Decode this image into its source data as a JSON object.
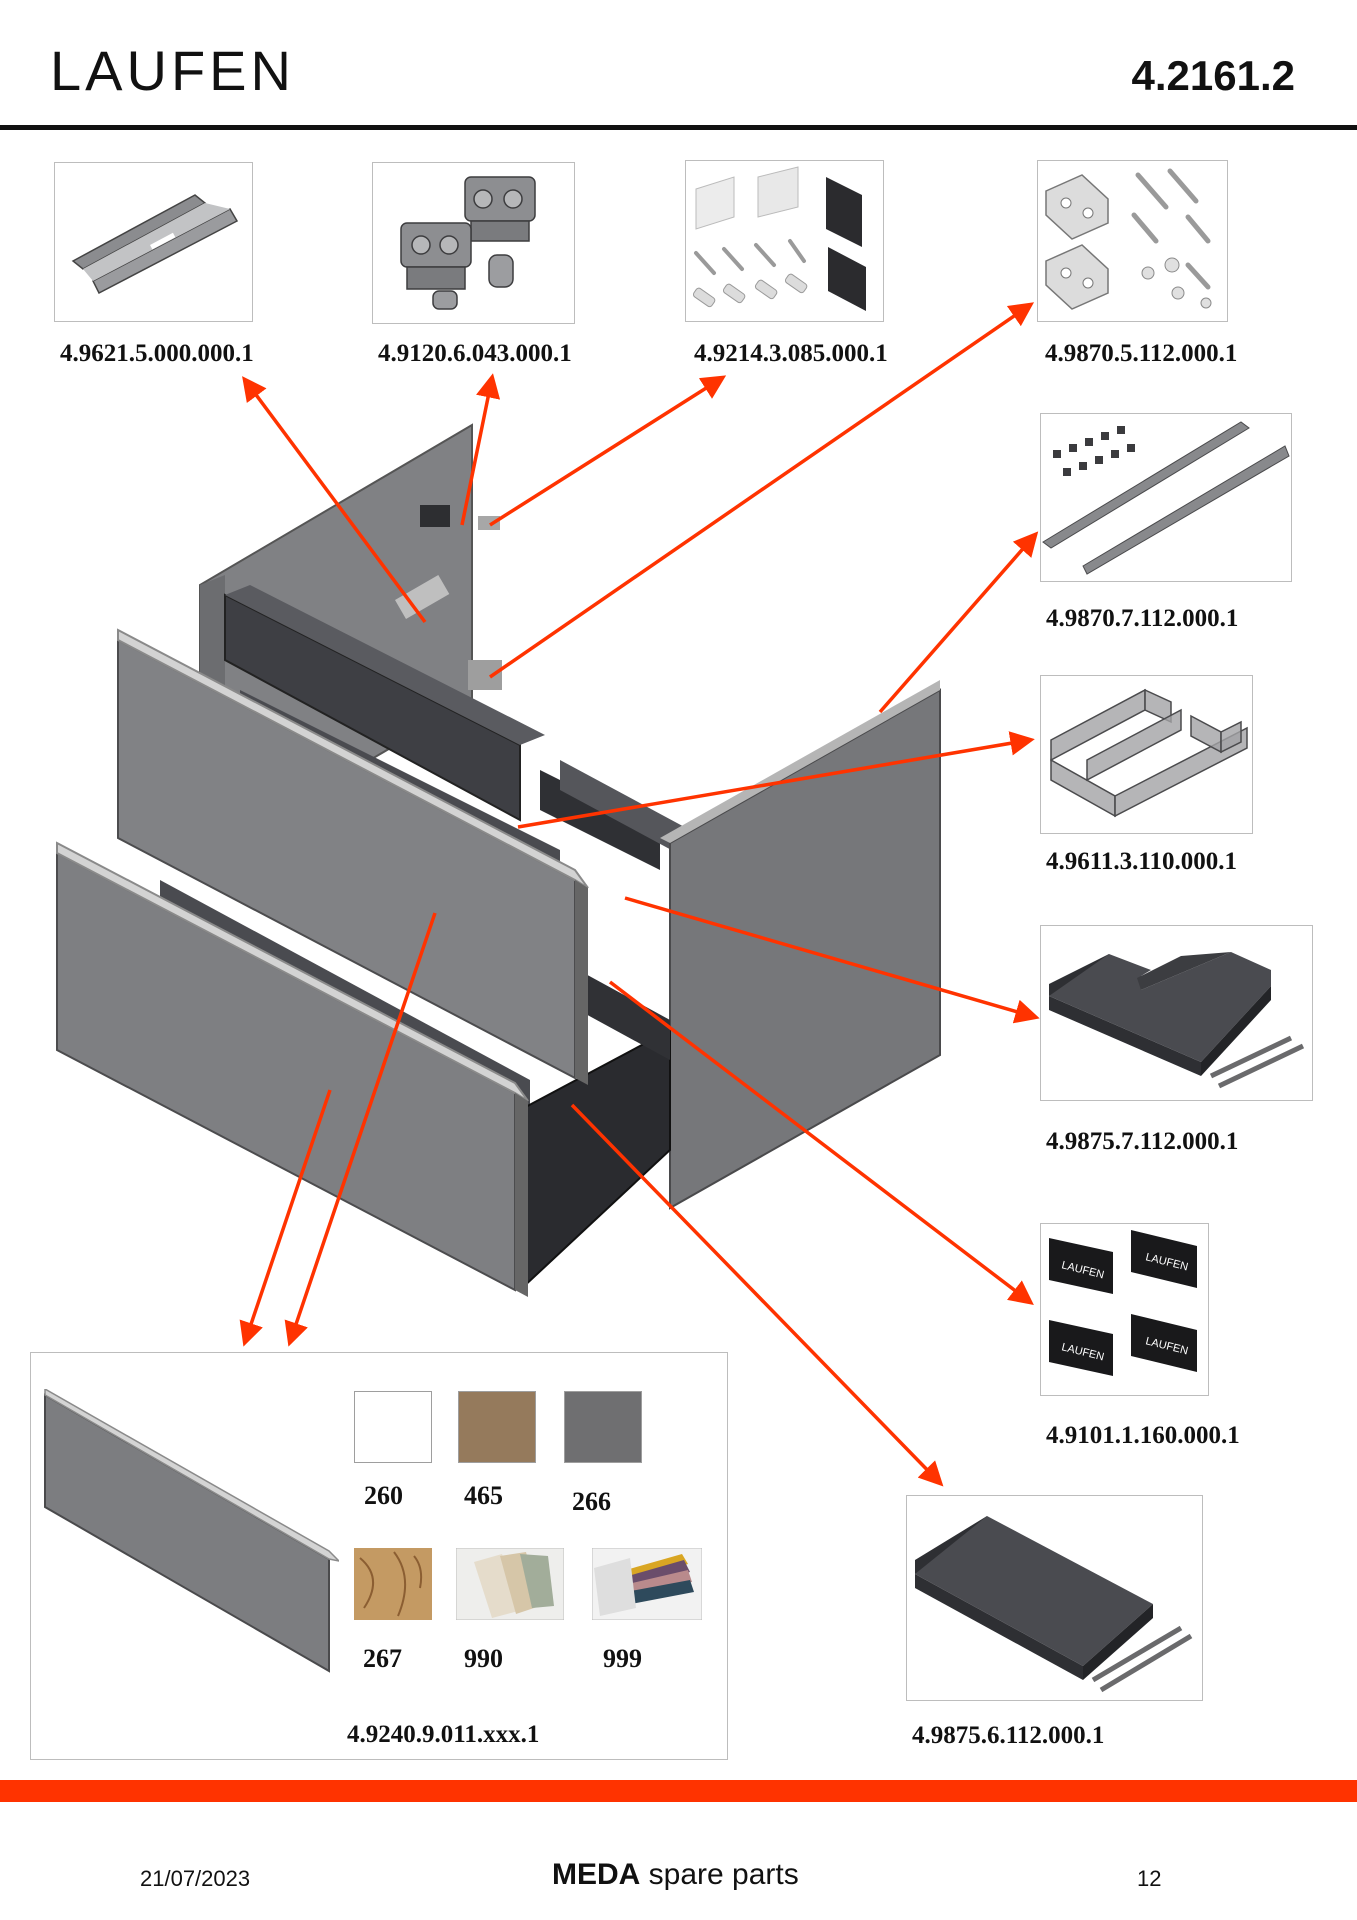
{
  "header": {
    "brand": "LAUFEN",
    "doc_number": "4.2161.2"
  },
  "colors": {
    "accent": "#ff3300",
    "cabinet": "#7d7e80",
    "dark_interior": "#3a3b3f",
    "rule": "#111111"
  },
  "parts": {
    "rail": {
      "code": "4.9621.5.000.000.1",
      "icon": "drawer-rail-icon"
    },
    "hinge": {
      "code": "4.9120.6.043.000.1",
      "icon": "hinge-set-icon"
    },
    "covers": {
      "code": "4.9214.3.085.000.1",
      "icon": "cover-screw-set-icon"
    },
    "bracket": {
      "code": "4.9870.5.112.000.1",
      "icon": "bracket-screw-set-icon"
    },
    "profile": {
      "code": "4.9870.7.112.000.1",
      "icon": "aluminium-profile-icon"
    },
    "insert": {
      "code": "4.9611.3.110.000.1",
      "icon": "drawer-insert-icon"
    },
    "upper_drawer": {
      "code": "4.9875.7.112.000.1",
      "icon": "upper-drawer-icon"
    },
    "labels": {
      "code": "4.9101.1.160.000.1",
      "icon": "laufen-label-set-icon",
      "label_text": "LAUFEN"
    },
    "lower_drawer": {
      "code": "4.9875.6.112.000.1",
      "icon": "lower-drawer-icon"
    },
    "front": {
      "code": "4.9240.9.011.xxx.1",
      "icon": "drawer-front-icon"
    }
  },
  "swatches": [
    {
      "code": "260",
      "color": "#ffffff"
    },
    {
      "code": "465",
      "color": "#957a5c"
    },
    {
      "code": "266",
      "color": "#6f6f71"
    },
    {
      "code": "267",
      "color": "#c49a63"
    },
    {
      "code": "990",
      "color": "#d9d2c2"
    },
    {
      "code": "999",
      "color": "#c6b9a8"
    }
  ],
  "footer": {
    "date": "21/07/2023",
    "title_bold": "MEDA",
    "title_rest": " spare parts",
    "page": "12"
  }
}
